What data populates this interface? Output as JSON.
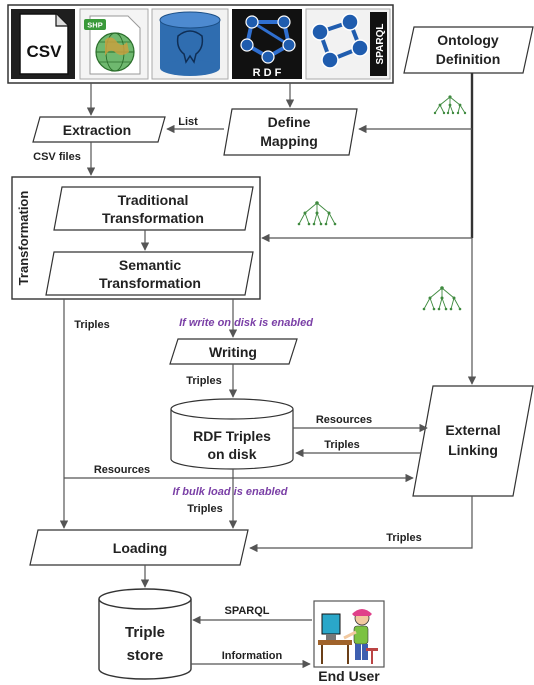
{
  "sources": {
    "csv_label": "CSV",
    "shp_label": "SHP",
    "rdf_label": "R D F",
    "sparql_label": "SPARQL"
  },
  "nodes": {
    "ontology_line1": "Ontology",
    "ontology_line2": "Definition",
    "extraction": "Extraction",
    "define_mapping_line1": "Define",
    "define_mapping_line2": "Mapping",
    "transformation_group": "Transformation",
    "traditional_line1": "Traditional",
    "traditional_line2": "Transformation",
    "semantic_line1": "Semantic",
    "semantic_line2": "Transformation",
    "writing": "Writing",
    "rdf_triples_line1": "RDF Triples",
    "rdf_triples_line2": "on disk",
    "external_line1": "External",
    "external_line2": "Linking",
    "loading": "Loading",
    "triple_store_line1": "Triple",
    "triple_store_line2": "store",
    "end_user": "End User"
  },
  "edges": {
    "list": "List",
    "csv_files": "CSV files",
    "triples_left": "Triples",
    "if_write": "If write on disk  is enabled",
    "triples_writing": "Triples",
    "resources_top": "Resources",
    "triples_back": "Triples",
    "resources_left": "Resources",
    "if_bulk": "If bulk load is enabled",
    "triples_bulk": "Triples",
    "triples_external": "Triples",
    "sparql": "SPARQL",
    "information": "Information"
  },
  "colors": {
    "csv_bg": "#222222",
    "globe_green": "#3a9a3a",
    "db_blue": "#2f6db0",
    "rdf_blue": "#1f5cae",
    "sparql_blue": "#1f5cae",
    "condition_purple": "#7a3fa6",
    "tree_green": "#3f8a3f"
  }
}
